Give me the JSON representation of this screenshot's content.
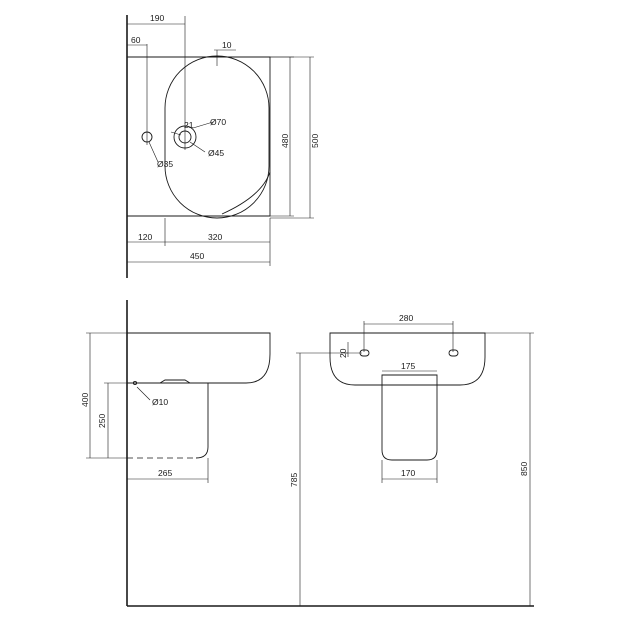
{
  "top_view": {
    "dims": {
      "width_190": "190",
      "tap_60": "60",
      "wall_10": "10",
      "bowl_480": "480",
      "depth_500": "500",
      "tap_21": "21",
      "waste_70": "Ø70",
      "waste_45": "Ø45",
      "tap_35": "Ø35",
      "offset_120": "120",
      "bowl_320": "320",
      "overall_450": "450"
    }
  },
  "side_view": {
    "dims": {
      "height_400": "400",
      "pedestal_250": "250",
      "hole_10": "Ø10",
      "projection_265": "265"
    }
  },
  "front_view": {
    "dims": {
      "fixings_280": "280",
      "fixings_20": "20",
      "pedestal_top_175": "175",
      "pedestal_base_170": "170",
      "fixing_height_785": "785",
      "rim_height_850": "850"
    }
  }
}
